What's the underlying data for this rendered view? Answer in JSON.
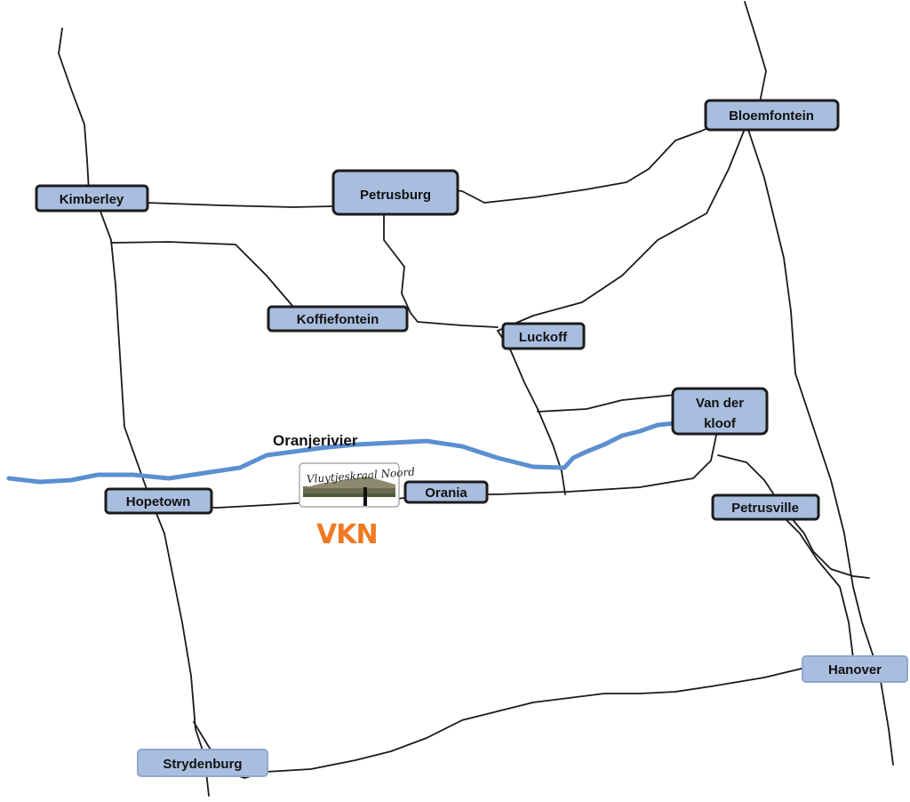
{
  "river": {
    "name": "Oranjerivier"
  },
  "towns": {
    "bloemfontein": "Bloemfontein",
    "kimberley": "Kimberley",
    "petrusburg": "Petrusburg",
    "koffiefontein": "Koffiefontein",
    "luckoff": "Luckoff",
    "vanderkloof_line1": "Van der",
    "vanderkloof_line2": "kloof",
    "hopetown": "Hopetown",
    "orania": "Orania",
    "petrusville": "Petrusville",
    "hanover": "Hanover",
    "strydenburg": "Strydenburg"
  },
  "logo": {
    "script_text": "Vluytjeskraal Noord",
    "brand": "VKN",
    "brand_color": "#f07a22"
  },
  "colors": {
    "river": "#5b8fd0",
    "town_fill": "#a9bedf",
    "road": "#1a1a1a"
  }
}
